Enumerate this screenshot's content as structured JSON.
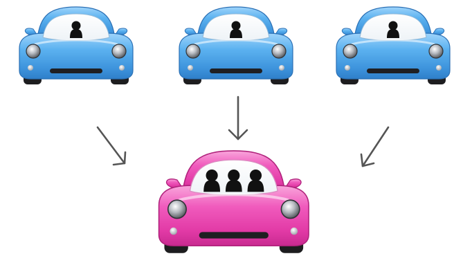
{
  "diagram": {
    "concept": "carpool",
    "source_cars": [
      {
        "color": "#4aa6e8",
        "passengers": 1
      },
      {
        "color": "#4aa6e8",
        "passengers": 1
      },
      {
        "color": "#4aa6e8",
        "passengers": 1
      }
    ],
    "target_car": {
      "color": "#ea3ea8",
      "passengers": 3
    },
    "arrow_color": "#555555",
    "arrow_icons": [
      "arrow-down-right-icon",
      "arrow-down-icon",
      "arrow-down-left-icon"
    ]
  }
}
